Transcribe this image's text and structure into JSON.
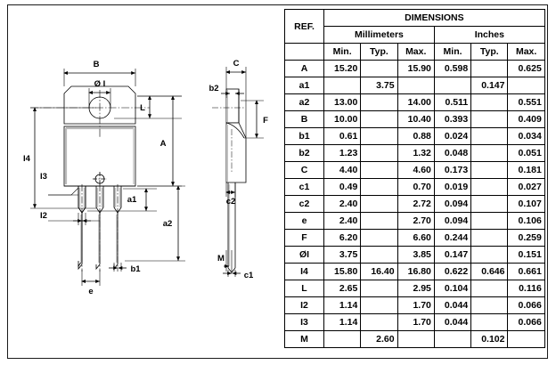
{
  "document": {
    "type": "mechanical-package-drawing",
    "package": "TO-220",
    "border_color": "#1a1a1a"
  },
  "table": {
    "title": "DIMENSIONS",
    "ref_header": "REF.",
    "unit_groups": [
      "Millimeters",
      "Inches"
    ],
    "sub_headers": [
      "Min.",
      "Typ.",
      "Max.",
      "Min.",
      "Typ.",
      "Max."
    ],
    "rows": [
      {
        "ref": "A",
        "mm_min": "15.20",
        "mm_typ": "",
        "mm_max": "15.90",
        "in_min": "0.598",
        "in_typ": "",
        "in_max": "0.625"
      },
      {
        "ref": "a1",
        "mm_min": "",
        "mm_typ": "3.75",
        "mm_max": "",
        "in_min": "",
        "in_typ": "0.147",
        "in_max": ""
      },
      {
        "ref": "a2",
        "mm_min": "13.00",
        "mm_typ": "",
        "mm_max": "14.00",
        "in_min": "0.511",
        "in_typ": "",
        "in_max": "0.551"
      },
      {
        "ref": "B",
        "mm_min": "10.00",
        "mm_typ": "",
        "mm_max": "10.40",
        "in_min": "0.393",
        "in_typ": "",
        "in_max": "0.409"
      },
      {
        "ref": "b1",
        "mm_min": "0.61",
        "mm_typ": "",
        "mm_max": "0.88",
        "in_min": "0.024",
        "in_typ": "",
        "in_max": "0.034"
      },
      {
        "ref": "b2",
        "mm_min": "1.23",
        "mm_typ": "",
        "mm_max": "1.32",
        "in_min": "0.048",
        "in_typ": "",
        "in_max": "0.051"
      },
      {
        "ref": "C",
        "mm_min": "4.40",
        "mm_typ": "",
        "mm_max": "4.60",
        "in_min": "0.173",
        "in_typ": "",
        "in_max": "0.181"
      },
      {
        "ref": "c1",
        "mm_min": "0.49",
        "mm_typ": "",
        "mm_max": "0.70",
        "in_min": "0.019",
        "in_typ": "",
        "in_max": "0.027"
      },
      {
        "ref": "c2",
        "mm_min": "2.40",
        "mm_typ": "",
        "mm_max": "2.72",
        "in_min": "0.094",
        "in_typ": "",
        "in_max": "0.107"
      },
      {
        "ref": "e",
        "mm_min": "2.40",
        "mm_typ": "",
        "mm_max": "2.70",
        "in_min": "0.094",
        "in_typ": "",
        "in_max": "0.106"
      },
      {
        "ref": "F",
        "mm_min": "6.20",
        "mm_typ": "",
        "mm_max": "6.60",
        "in_min": "0.244",
        "in_typ": "",
        "in_max": "0.259"
      },
      {
        "ref": "ØI",
        "mm_min": "3.75",
        "mm_typ": "",
        "mm_max": "3.85",
        "in_min": "0.147",
        "in_typ": "",
        "in_max": "0.151"
      },
      {
        "ref": "I4",
        "mm_min": "15.80",
        "mm_typ": "16.40",
        "mm_max": "16.80",
        "in_min": "0.622",
        "in_typ": "0.646",
        "in_max": "0.661"
      },
      {
        "ref": "L",
        "mm_min": "2.65",
        "mm_typ": "",
        "mm_max": "2.95",
        "in_min": "0.104",
        "in_typ": "",
        "in_max": "0.116"
      },
      {
        "ref": "I2",
        "mm_min": "1.14",
        "mm_typ": "",
        "mm_max": "1.70",
        "in_min": "0.044",
        "in_typ": "",
        "in_max": "0.066"
      },
      {
        "ref": "I3",
        "mm_min": "1.14",
        "mm_typ": "",
        "mm_max": "1.70",
        "in_min": "0.044",
        "in_typ": "",
        "in_max": "0.066"
      },
      {
        "ref": "M",
        "mm_min": "",
        "mm_typ": "2.60",
        "mm_max": "",
        "in_min": "",
        "in_typ": "0.102",
        "in_max": ""
      }
    ]
  },
  "drawing": {
    "front_view_labels": {
      "B": "B",
      "diameter_I": "Ø I",
      "L": "L",
      "A": "A",
      "I4": "I4",
      "I3": "I3",
      "I2": "I2",
      "a1": "a1",
      "a2": "a2",
      "b1": "b1",
      "e": "e"
    },
    "side_view_labels": {
      "C": "C",
      "b2": "b2",
      "F": "F",
      "c2": "c2",
      "M": "M",
      "c1": "c1"
    }
  }
}
